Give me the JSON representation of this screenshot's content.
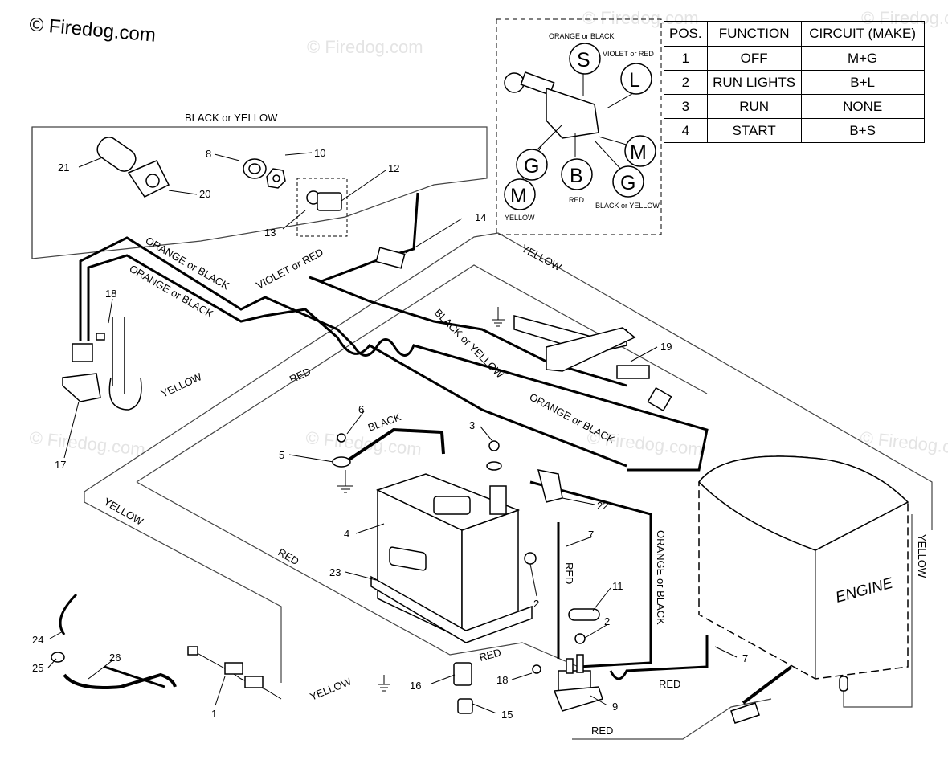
{
  "copyright": "© Firedog.com",
  "watermark": "© Firedog.com",
  "switch_table": {
    "headers": [
      "POS.",
      "FUNCTION",
      "CIRCUIT  (MAKE)"
    ],
    "rows": [
      [
        "1",
        "OFF",
        "M+G"
      ],
      [
        "2",
        "RUN LIGHTS",
        "B+L"
      ],
      [
        "3",
        "RUN",
        "NONE"
      ],
      [
        "4",
        "START",
        "B+S"
      ]
    ]
  },
  "switch_detail": {
    "terminals": {
      "s": "S",
      "l": "L",
      "g1": "G",
      "b": "B",
      "m1": "M",
      "g2": "G",
      "m2": "M"
    },
    "wire_labels": {
      "s": "ORANGE or BLACK",
      "l": "VIOLET or RED",
      "b": "RED",
      "m2": "YELLOW",
      "g2": "BLACK or YELLOW"
    }
  },
  "wire_labels": {
    "black_or_yellow_top": "BLACK or YELLOW",
    "orange_or_black_1": "ORANGE or BLACK",
    "orange_or_black_2": "ORANGE or BLACK",
    "violet_or_red": "VIOLET or RED",
    "yellow_top": "YELLOW",
    "black_or_yellow_diag": "BLACK or YELLOW",
    "orange_or_black_3": "ORANGE or BLACK",
    "red_1": "RED",
    "yellow_left": "YELLOW",
    "black": "BLACK",
    "yellow_side": "YELLOW",
    "red_2": "RED",
    "red_vertical": "RED",
    "orange_or_black_vertical": "ORANGE or BLACK",
    "yellow_right": "YELLOW",
    "red_3": "RED",
    "red_4": "RED",
    "yellow_bottom": "YELLOW",
    "red_5": "RED"
  },
  "engine_label": "ENGINE",
  "part_numbers": {
    "p21": "21",
    "p20": "20",
    "p8": "8",
    "p10": "10",
    "p12": "12",
    "p13": "13",
    "p14": "14",
    "p18a": "18",
    "p17": "17",
    "p19": "19",
    "p6": "6",
    "p5": "5",
    "p3": "3",
    "p4": "4",
    "p22": "22",
    "p7a": "7",
    "p23": "23",
    "p2a": "2",
    "p11": "11",
    "p2b": "2",
    "p24": "24",
    "p25": "25",
    "p26": "26",
    "p1": "1",
    "p16": "16",
    "p18b": "18",
    "p15": "15",
    "p9": "9",
    "p7b": "7"
  }
}
